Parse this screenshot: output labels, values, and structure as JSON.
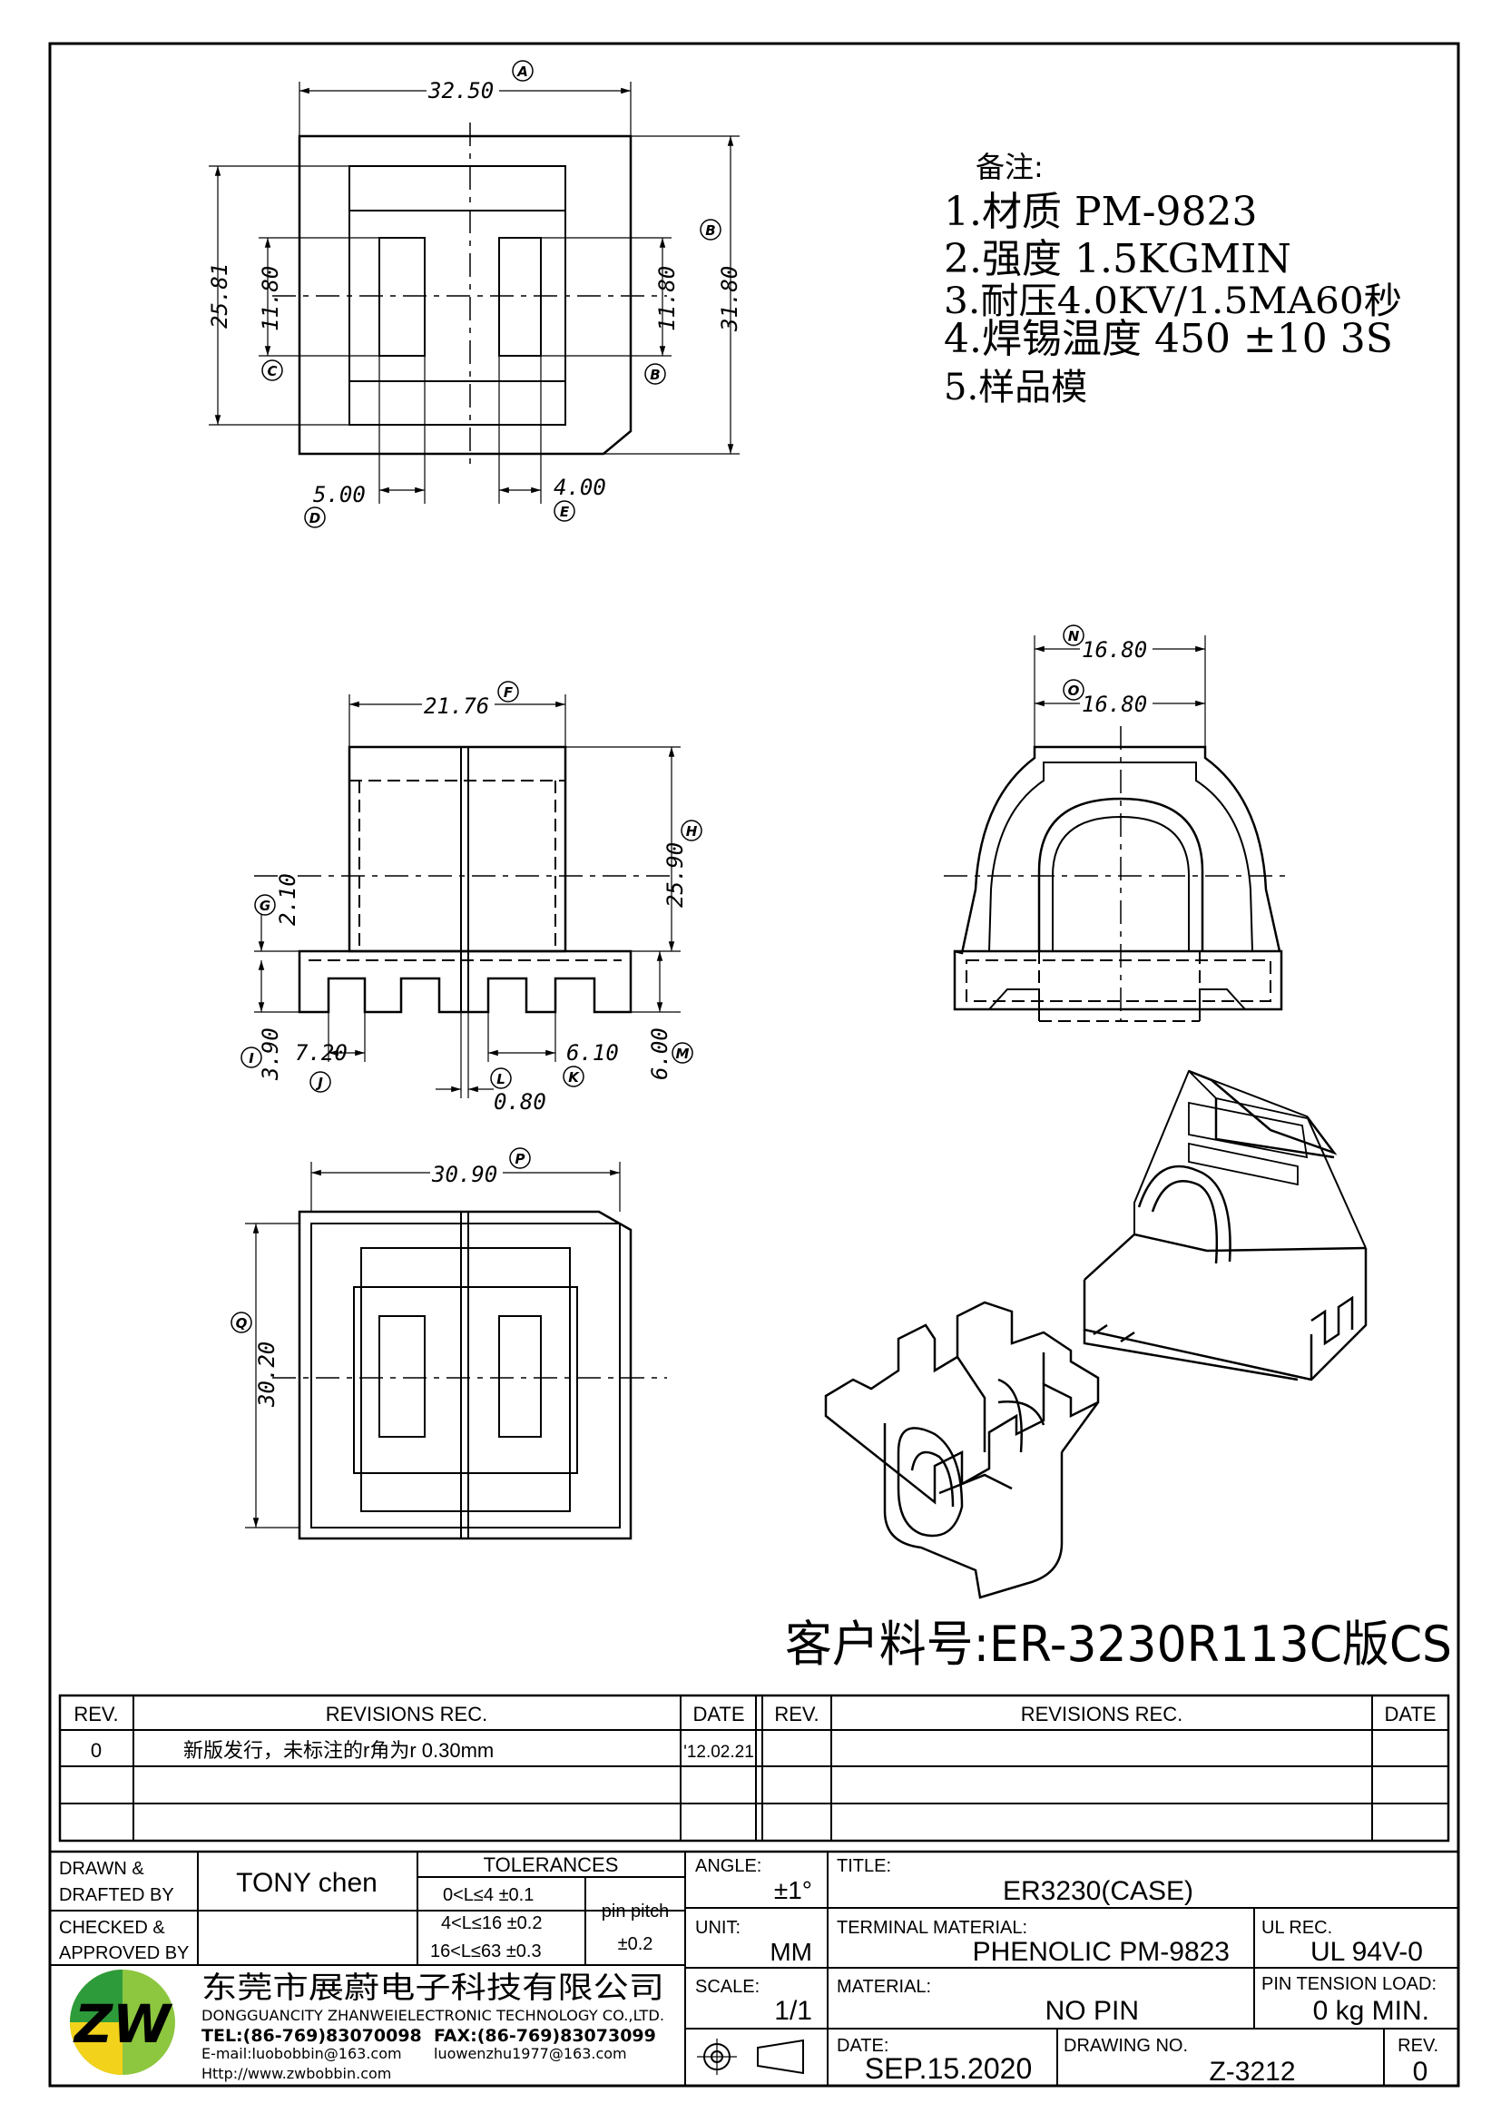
{
  "drawing_title": "ER3230(CASE)",
  "part_number_line": "客户料号:ER-3230R113C版CS",
  "dimensions": {
    "A": "32.50",
    "B": "31.80",
    "B_small": "11.80",
    "C": "11.80",
    "D": "5.00",
    "E": "4.00",
    "H_top": "25.81",
    "F": "21.76",
    "H": "25.90",
    "G": "2.10",
    "I": "3.90",
    "J": "7.20",
    "K": "6.10",
    "L": "0.80",
    "M": "6.00",
    "N": "16.80",
    "O": "16.80",
    "P": "30.90",
    "Q": "30.20"
  },
  "balloons": [
    "A",
    "B",
    "B",
    "C",
    "D",
    "E",
    "F",
    "G",
    "H",
    "I",
    "J",
    "K",
    "L",
    "M",
    "N",
    "O",
    "P",
    "Q"
  ],
  "notes": {
    "header": "备注:",
    "items": [
      "1.材质 PM-9823",
      "2.强度 1.5KGMIN",
      "3.耐压4.0KV/1.5MA60秒",
      "4.焊锡温度 450 ±10 3S",
      "5.样品模"
    ]
  },
  "revisions": {
    "headers": {
      "rev": "REV.",
      "rec": "REVISIONS   REC.",
      "date": "DATE"
    },
    "rows": [
      {
        "rev": "0",
        "rec": "新版发行，未标注的r角为r 0.30mm",
        "date": "'12.02.21"
      }
    ]
  },
  "title_block": {
    "drawn_label_1": "DRAWN  &",
    "drawn_label_2": "DRAFTED BY",
    "drawn_value": "TONY  chen",
    "checked_label_1": "CHECKED  &",
    "checked_label_2": "APPROVED  BY",
    "checked_value": "",
    "tolerances_label": "TOLERANCES",
    "tol_rows": [
      "0<L≤4    ±0.1",
      "4<L≤16  ±0.2",
      "16<L≤63  ±0.3"
    ],
    "pin_pitch_label": "pin  pitch",
    "pin_pitch_value": "±0.2",
    "angle_label": "ANGLE:",
    "angle_value": "±1°",
    "unit_label": "UNIT:",
    "unit_value": "MM",
    "scale_label": "SCALE:",
    "scale_value": "1/1",
    "title_label": "TITLE:",
    "title_value": "ER3230(CASE)",
    "terminal_label": "TERMINAL  MATERIAL:",
    "terminal_value": "PHENOLIC  PM-9823",
    "ul_label": "UL  REC.",
    "ul_value": "UL  94V-0",
    "material_label": "MATERIAL:",
    "material_value": "NO  PIN",
    "pin_tension_label": "PIN  TENSION  LOAD:",
    "pin_tension_value": "0  kg  MIN.",
    "date_label": "DATE:",
    "date_value": "SEP.15.2020",
    "drawing_no_label": "DRAWING  NO.",
    "drawing_no_value": "Z-3212",
    "rev_label": "REV.",
    "rev_value": "0"
  },
  "company": {
    "name_cn": "东莞市展蔚电子科技有限公司",
    "name_en": "DONGGUANCITY  ZHANWEIELECTRONIC  TECHNOLOGY  CO.,LTD.",
    "tel": "TEL:(86-769)83070098",
    "fax": "FAX:(86-769)83073099",
    "email": "E-mail:luobobbin@163.com",
    "email2": "luowenzhu1977@163.com",
    "web": "Http://www.zwbobbin.com",
    "logo_text": "ZW",
    "logo_colors": [
      "#2e9b3a",
      "#8dc63f",
      "#f2d21b"
    ]
  }
}
